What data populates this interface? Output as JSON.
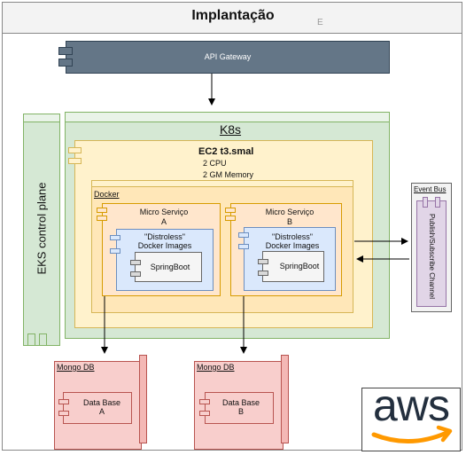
{
  "frame": {
    "title": "Implantação",
    "corner_mark": "E"
  },
  "api_gateway": {
    "label": "API Gateway"
  },
  "eks": {
    "label": "EKS control plane"
  },
  "k8s": {
    "label": "K8s"
  },
  "ec2": {
    "title": "EC2 t3.smal",
    "cpu": "2 CPU",
    "memory": "2 GM Memory"
  },
  "docker": {
    "label": "Docker"
  },
  "services": [
    {
      "title_line1": "Micro Serviço",
      "title_line2": "A",
      "images_line1": "\"Distroless\"",
      "images_line2": "Docker Images",
      "framework": "SpringBoot"
    },
    {
      "title_line1": "Micro Serviço",
      "title_line2": "B",
      "images_line1": "\"Distroless\"",
      "images_line2": "Docker Images",
      "framework": "SpringBoot"
    }
  ],
  "event_bus": {
    "label": "Event Bus",
    "channel": "Publish/Subscribe Channel"
  },
  "mongo": [
    {
      "label": "Mongo DB",
      "db_line1": "Data Base",
      "db_line2": "A"
    },
    {
      "label": "Mongo DB",
      "db_line1": "Data Base",
      "db_line2": "B"
    }
  ],
  "aws": {
    "wordmark": "aws"
  },
  "colors": {
    "gateway": "#647687",
    "eks": "#d5e8d4",
    "eks_border": "#82b366",
    "ec2": "#fff2cc",
    "ec2_border": "#d6b656",
    "service": "#ffe6cc",
    "service_border": "#d79b00",
    "images": "#dae8fc",
    "images_border": "#6c8ebf",
    "spring": "#f5f5f5",
    "spring_border": "#666666",
    "event_bus": "#e1d5e7",
    "event_bus_border": "#9673a6",
    "mongo": "#f8cecc",
    "mongo_border": "#b85450",
    "aws_arrow": "#ff9900"
  }
}
